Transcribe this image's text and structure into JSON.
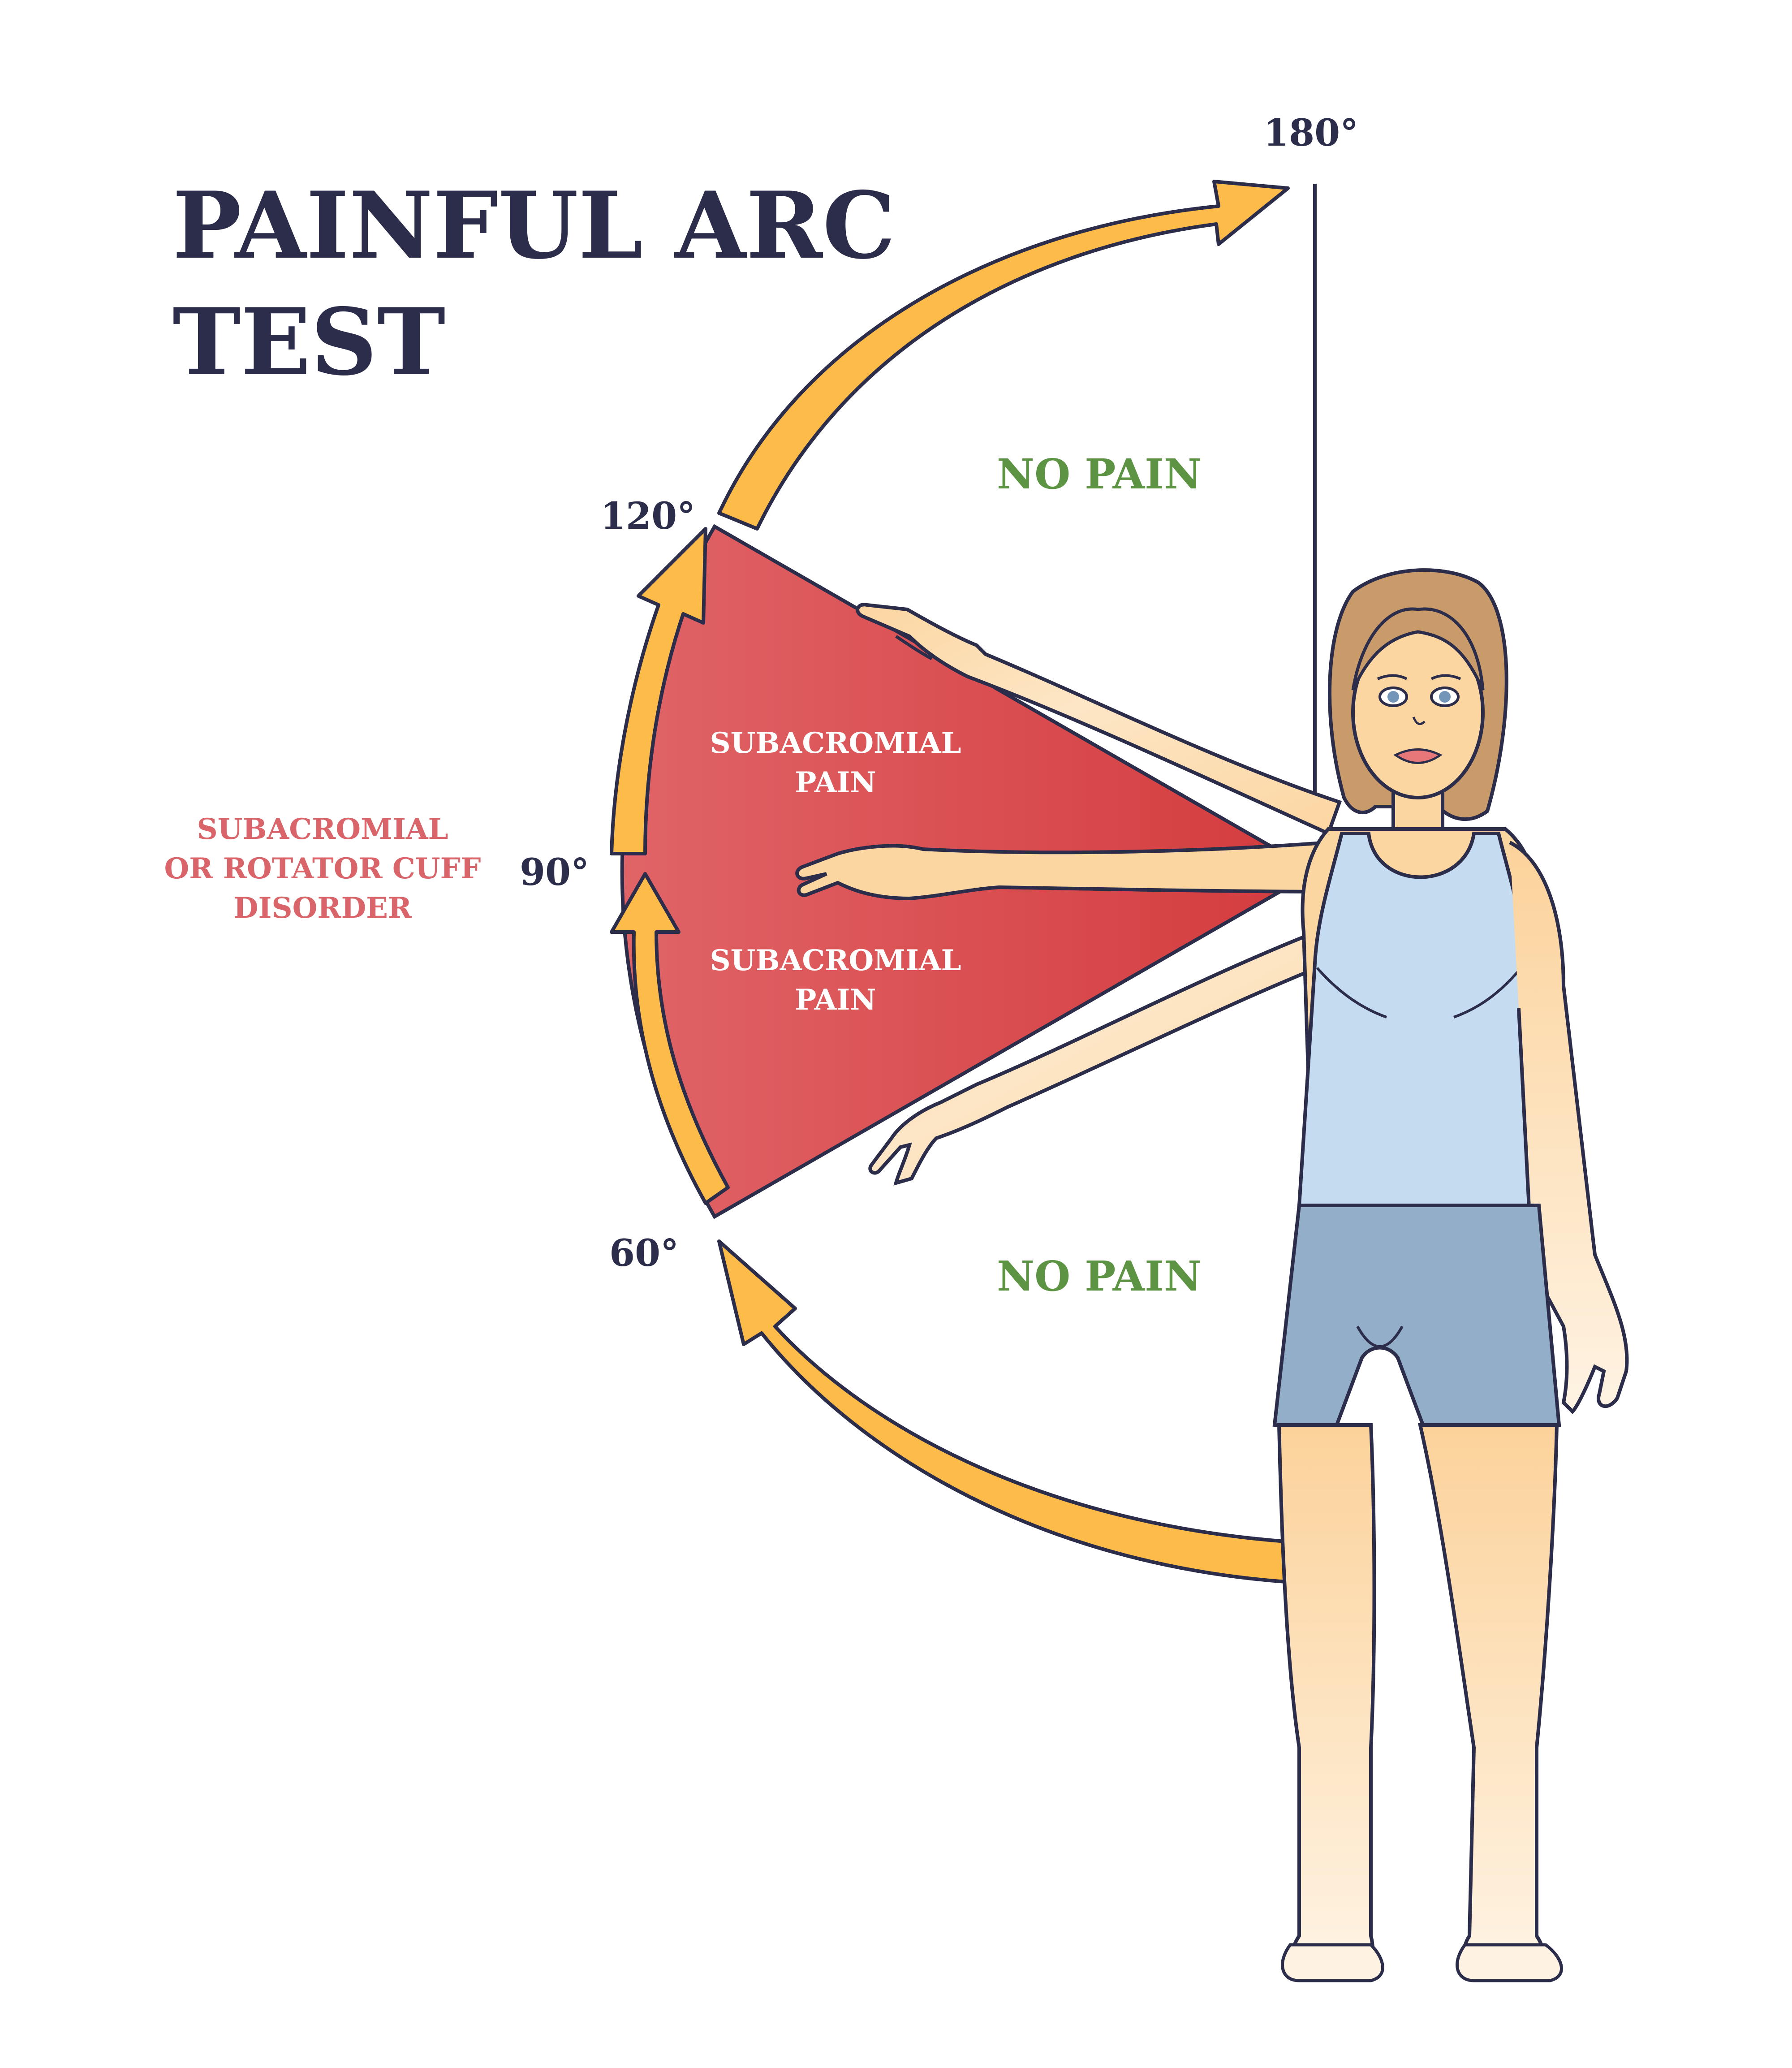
{
  "title": {
    "line1": "PAINFUL ARC",
    "line2": "TEST"
  },
  "angles": {
    "a180": "180°",
    "a120": "120°",
    "a90": "90°",
    "a60": "60°"
  },
  "zones": {
    "no_pain_upper": "NO PAIN",
    "no_pain_lower": "NO PAIN",
    "pain_upper": {
      "line1": "SUBACROMIAL",
      "line2": "PAIN"
    },
    "pain_lower": {
      "line1": "SUBACROMIAL",
      "line2": "PAIN"
    }
  },
  "side_note": {
    "line1": "SUBACROMIAL",
    "line2": "OR ROTATOR CUFF",
    "line3": "DISORDER"
  },
  "colors": {
    "title": "#2b2d4a",
    "pain_zone": "#d9474a",
    "pain_zone_light": "#e26a6c",
    "no_pain": "#5d9443",
    "side_note": "#d9646a",
    "arrow_fill": "#fdbb4a",
    "outline": "#2b2d4a",
    "skin": "#fcd6a1",
    "hair": "#c99a6a",
    "top": "#c5dbef",
    "shorts": "#92aec8"
  }
}
